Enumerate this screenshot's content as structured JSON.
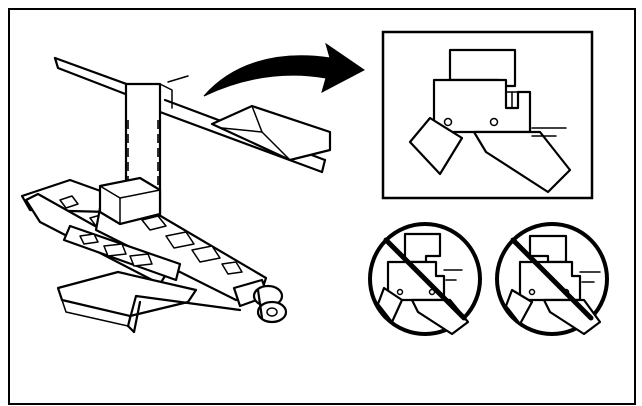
{
  "figure": {
    "panels": [
      {
        "id": "main",
        "icon": "scissor-jack-under-vehicle"
      },
      {
        "id": "detail-correct",
        "icon": "jack-saddle-engaged"
      },
      {
        "id": "detail-wrong-1",
        "icon": "prohibited-icon"
      },
      {
        "id": "detail-wrong-2",
        "icon": "prohibited-icon"
      }
    ],
    "colors": {
      "line": "#000000",
      "background": "#ffffff"
    }
  }
}
